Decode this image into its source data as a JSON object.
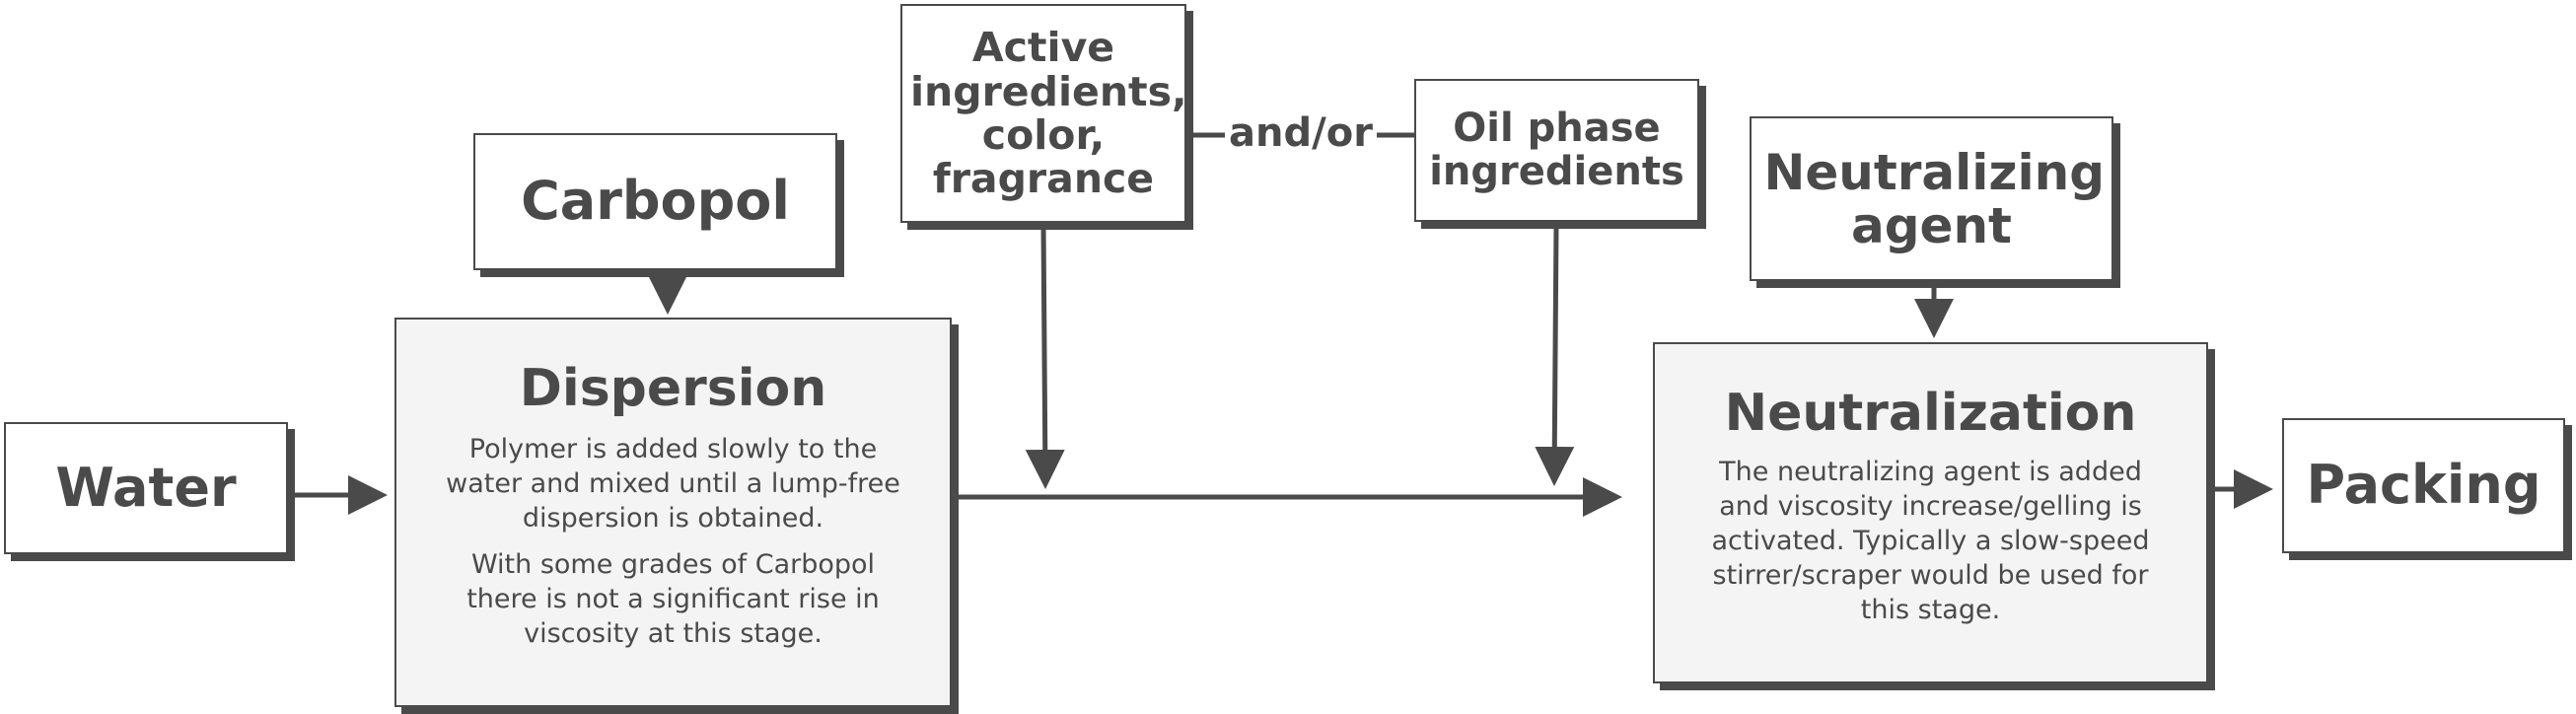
{
  "nodes": {
    "water": {
      "label": "Water"
    },
    "carbopol": {
      "label": "Carbopol"
    },
    "dispersion": {
      "label": "Dispersion",
      "desc1": "Polymer is added slowly to the water and mixed until a lump-free dispersion is obtained.",
      "desc2": "With some grades of Carbopol there is not a significant rise in viscosity at this stage."
    },
    "active": {
      "label": "Active ingredients, color, fragrance"
    },
    "oil": {
      "label": "Oil phase ingredients"
    },
    "neutralizing_agent": {
      "label": "Neutralizing agent"
    },
    "neutralization": {
      "label": "Neutralization",
      "desc": "The neutralizing agent is added and viscosity increase/gelling is activated. Typically a slow-speed stirrer/scraper would be used for this stage."
    },
    "packing": {
      "label": "Packing"
    }
  },
  "connector_label": "and/or",
  "colors": {
    "ink": "#4a4a4a",
    "panel": "#f4f4f4",
    "background": "#ffffff"
  }
}
